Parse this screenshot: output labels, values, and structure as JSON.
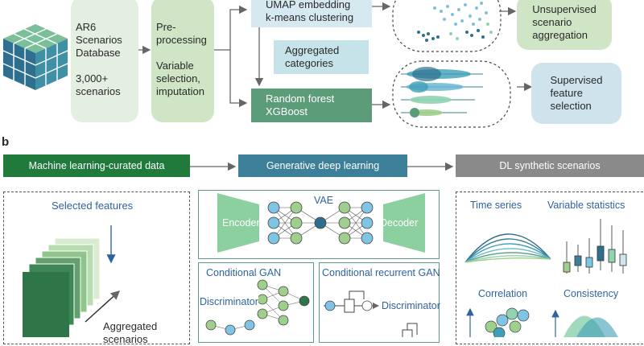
{
  "panel_a": {
    "database_label": "AR6\nScenarios\nDatabase\n\n3,000+\nscenarios",
    "preprocessing_label": "Pre-\nprocessing\n\nVariable\nselection,\nimputation",
    "umap_label": "UMAP embedding\nk-means clustering",
    "aggregated_label": "Aggregated\ncategories",
    "rf_label": "Random forest\nXGBoost",
    "unsupervised_label": "Unsupervised\nscenario\naggregation",
    "supervised_label": "Supervised\nfeature\nselection"
  },
  "panel_b": {
    "letter": "b",
    "stage1": "Machine learning-curated data",
    "stage2": "Generative deep learning",
    "stage3": "DL synthetic scenarios",
    "selected_features": "Selected features",
    "aggregated_scenarios": "Aggregated\nscenarios",
    "vae": "VAE",
    "encoder": "Encoder",
    "decoder": "Decoder",
    "cgan": "Conditional GAN",
    "discriminator": "Discriminator",
    "crgan": "Conditional recurrent GAN",
    "discriminator2": "Discriminator",
    "time_series": "Time series",
    "variable_statistics": "Variable statistics",
    "correlation": "Correlation",
    "consistency": "Consistency"
  },
  "colors": {
    "stage1": "#1f7a3c",
    "stage2": "#3d7f98",
    "stage3": "#8a8a8a",
    "box_green_light": "#dcebd6",
    "box_blue_light": "#d6e8f0",
    "box_teal_light": "#c6e3ea",
    "box_green_mid": "#5c9c79",
    "node_blue": "#7fc4e4",
    "node_green": "#9fcf8c",
    "trapezoid": "#8dd0a0"
  }
}
